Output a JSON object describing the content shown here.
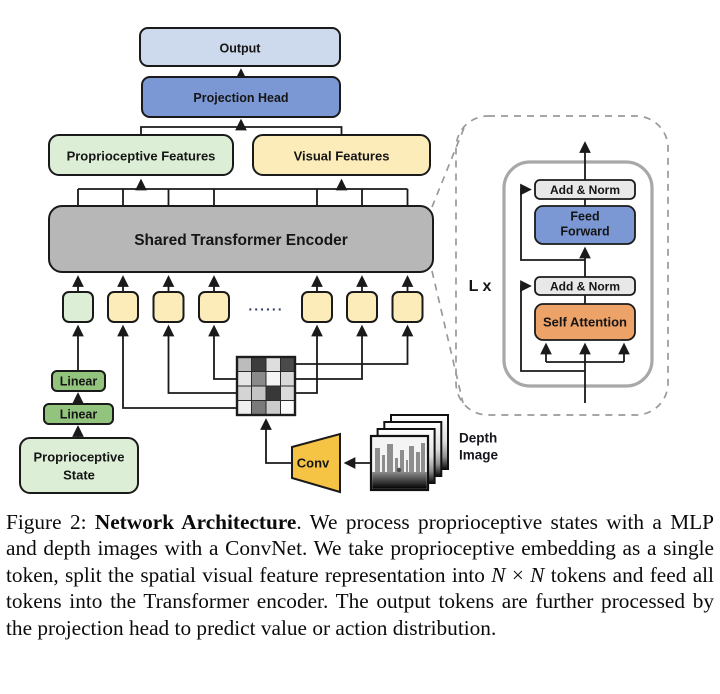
{
  "figure": {
    "caption": {
      "segments": [
        {
          "style": "normal",
          "text": "Figure 2: "
        },
        {
          "style": "bold",
          "text": "Network Architecture"
        },
        {
          "style": "normal",
          "text": ". We process proprioceptive states with a MLP and depth images with a ConvNet. We take proprioceptive embedding as a single token, split the spatial visual feature representation into "
        },
        {
          "style": "math",
          "text": "N"
        },
        {
          "style": "normal",
          "text": " × "
        },
        {
          "style": "math",
          "text": "N"
        },
        {
          "style": "normal",
          "text": " tokens and feed all tokens into the Transformer encoder. The output tokens are further processed by the projection head to predict value or action distribution."
        }
      ]
    }
  },
  "diagram": {
    "output_label": "Output",
    "projection_head_label": "Projection Head",
    "proprioceptive_features_label": "Proprioceptive Features",
    "visual_features_label": "Visual Features",
    "encoder_label": "Shared Transformer Encoder",
    "tokens_ellipsis": "......",
    "linear_top_label": "Linear",
    "linear_bottom_label": "Linear",
    "proprioceptive_state_lines": [
      "Proprioceptive",
      "State"
    ],
    "conv_label": "Conv",
    "depth_image_lines": [
      "Depth",
      "Image"
    ],
    "transformer_block": {
      "loop_label": "L x",
      "add_norm_top_label": "Add & Norm",
      "feed_forward_lines": [
        "Feed",
        "Forward"
      ],
      "add_norm_bottom_label": "Add & Norm",
      "self_attention_label": "Self Attention"
    },
    "colors": {
      "light_blue": "#cdd9ec",
      "blue": "#7b98d4",
      "light_green": "#ddeed7",
      "mid_green": "#93c47d",
      "light_yellow": "#fbecba",
      "conv_yellow": "#f6c445",
      "gray": "#b7b7b7",
      "light_gray": "#e8e8e8",
      "orange": "#eda268"
    },
    "grid_cells": [
      "#bcbcbc",
      "#3d3d3d",
      "#dedede",
      "#4a4a4a",
      "#e6e6e6",
      "#8a8a8a",
      "#f4f4f4",
      "#d9d9d9",
      "#d4d4d4",
      "#c4c4c4",
      "#383838",
      "#dadada",
      "#efefef",
      "#7a7a7a",
      "#cccccc",
      "#fbfbfb"
    ]
  }
}
